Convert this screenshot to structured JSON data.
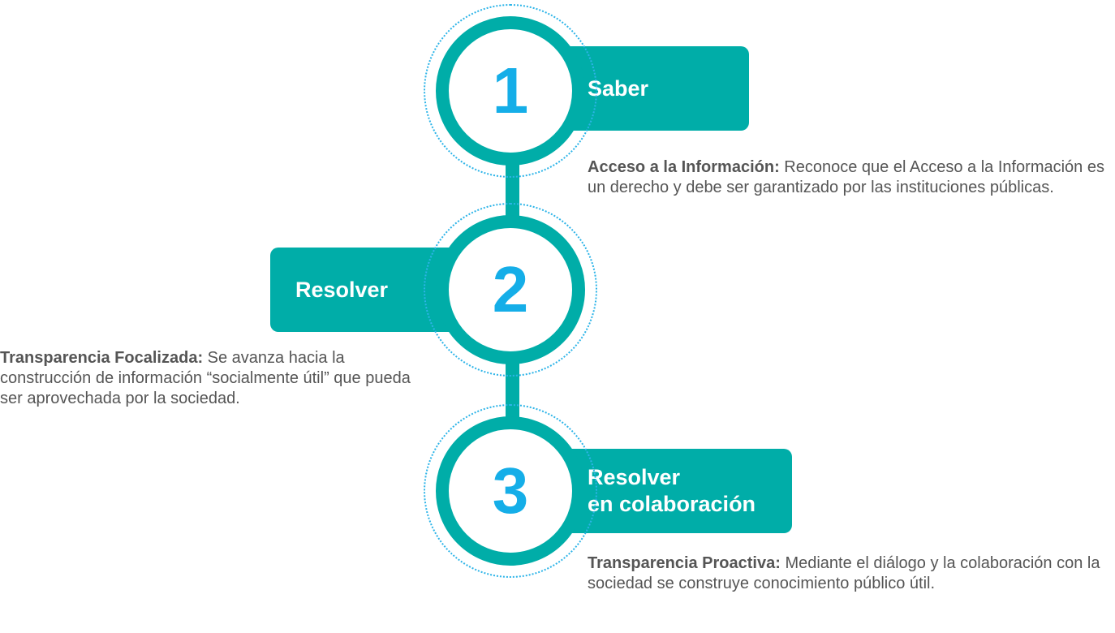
{
  "colors": {
    "teal": "#00ADA8",
    "number_blue": "#15AEE8",
    "dotted_ring": "#2DB4E8",
    "text_gray": "#555555"
  },
  "steps": [
    {
      "number": "1",
      "label_lines": [
        "Saber"
      ],
      "description_title": "Acceso a la Información:",
      "description_text": " Reconoce que el Acceso a la Información es un derecho y debe ser garantizado por las instituciones públicas."
    },
    {
      "number": "2",
      "label_lines": [
        "Resolver"
      ],
      "description_title": "Transparencia Focalizada:",
      "description_text": " Se avanza hacia la construcción de información “socialmente útil” que pueda ser aprovechada por la sociedad."
    },
    {
      "number": "3",
      "label_lines": [
        "Resolver",
        "en colaboración"
      ],
      "description_title": "Transparencia Proactiva:",
      "description_text": " Mediante el diálogo y la colaboración con la sociedad se construye conocimiento público útil."
    }
  ]
}
